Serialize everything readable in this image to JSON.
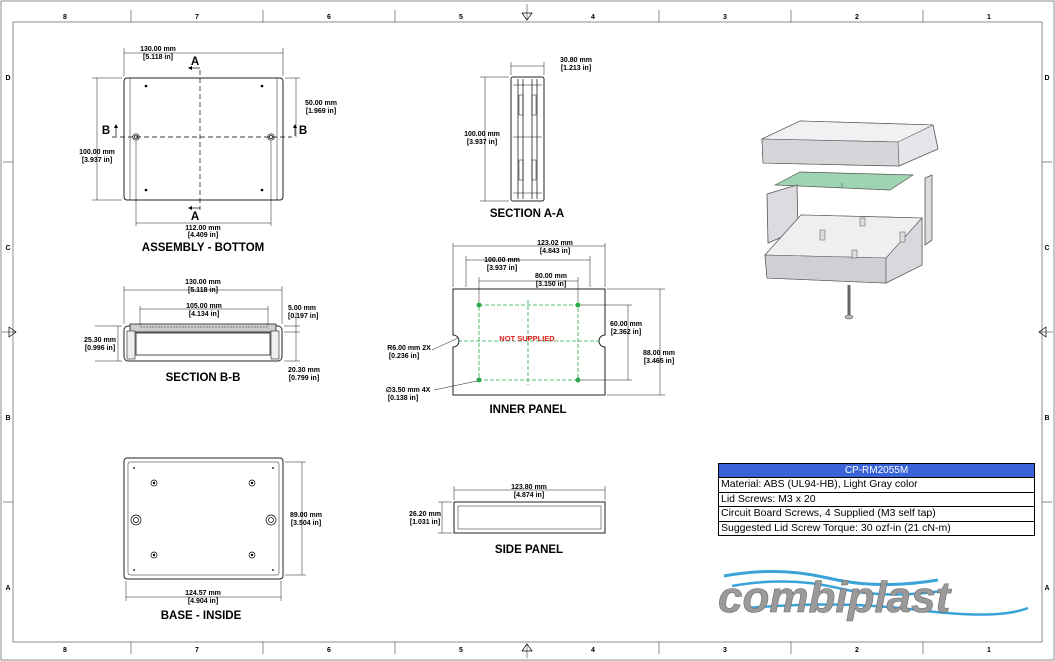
{
  "zones": {
    "columns": [
      "8",
      "7",
      "6",
      "5",
      "4",
      "3",
      "2",
      "1"
    ],
    "rows": [
      "D",
      "C",
      "B",
      "A"
    ]
  },
  "views": {
    "assembly_bottom": {
      "title": "ASSEMBLY - BOTTOM",
      "section_a": "A",
      "section_b": "B",
      "dims": {
        "width_mm": "130.00 mm",
        "width_in": "[5.118 in]",
        "height_mm": "100.00 mm",
        "height_in": "[3.937 in]",
        "half_mm": "50.00 mm",
        "half_in": "[1.969 in]",
        "hole_mm": "112.00 mm",
        "hole_in": "[4.409 in]"
      }
    },
    "section_aa": {
      "title": "SECTION A-A",
      "dims": {
        "depth_mm": "30.80 mm",
        "depth_in": "[1.213 in]",
        "height_mm": "100.00 mm",
        "height_in": "[3.937 in]"
      }
    },
    "section_bb": {
      "title": "SECTION B-B",
      "dims": {
        "width_mm": "130.00 mm",
        "width_in": "[5.118 in]",
        "inner_mm": "105.00 mm",
        "inner_in": "[4.134 in]",
        "top_mm": "5.00 mm",
        "top_in": "[0.197 in]",
        "height_mm": "25.30 mm",
        "height_in": "[0.996 in]",
        "base_mm": "20.30 mm",
        "base_in": "[0.799 in]"
      }
    },
    "inner_panel": {
      "title": "INNER PANEL",
      "not_supplied": "NOT SUPPLIED",
      "dims": {
        "width_mm": "123.02 mm",
        "width_in": "[4.843 in]",
        "w100_mm": "100.00 mm",
        "w100_in": "[3.937 in]",
        "w80_mm": "80.00 mm",
        "w80_in": "[3.150 in]",
        "h60_mm": "60.00 mm",
        "h60_in": "[2.362 in]",
        "h88_mm": "88.00 mm",
        "h88_in": "[3.465 in]",
        "radius_mm": "R6.00 mm 2X",
        "radius_in": "[0.236 in]",
        "hole_mm": "∅3.50 mm 4X",
        "hole_in": "[0.138 in]"
      }
    },
    "base_inside": {
      "title": "BASE - INSIDE",
      "dims": {
        "height_mm": "89.00 mm",
        "height_in": "[3.504 in]",
        "width_mm": "124.57 mm",
        "width_in": "[4.904 in]"
      }
    },
    "side_panel": {
      "title": "SIDE PANEL",
      "dims": {
        "width_mm": "123.80 mm",
        "width_in": "[4.874 in]",
        "height_mm": "26.20 mm",
        "height_in": "[1.031 in]"
      }
    }
  },
  "spec_table": {
    "part_number": "CP-RM2055M",
    "rows": [
      "Material: ABS (UL94-HB),  Light Gray color",
      "Lid Screws: M3 x 20",
      "Circuit Board Screws, 4 Supplied (M3 self tap)",
      "Suggested Lid Screw Torque: 30 ozf-in (21 cN-m)"
    ]
  },
  "logo": {
    "text": "combiplast",
    "colors": {
      "text": "#9a9a9a",
      "waves": "#3aa3d8"
    }
  },
  "colors": {
    "header": "#3a63d8",
    "pcb": "#9fd4b2",
    "pattern": "#2aa84a",
    "not_supplied": "#e01b1b"
  }
}
